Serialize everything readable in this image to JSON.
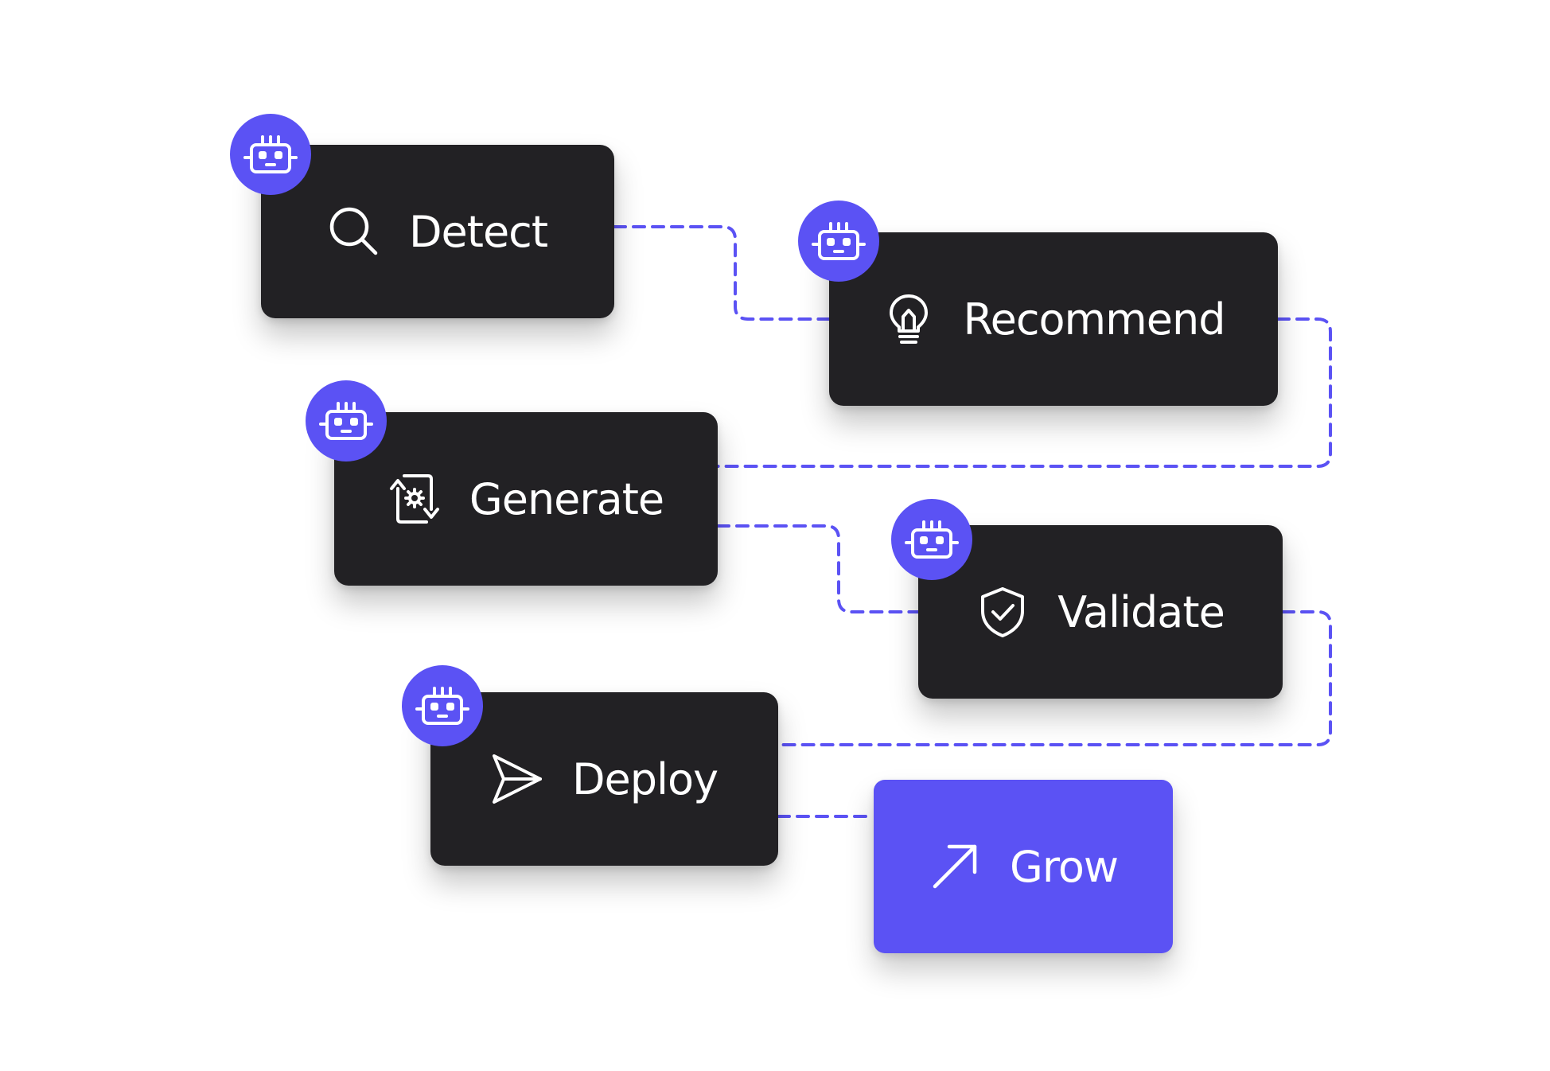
{
  "colors": {
    "card": "#222124",
    "accent": "#5b52f4",
    "text": "#ffffff",
    "connector": "#5b52f4"
  },
  "steps": [
    {
      "label": "Detect",
      "icon": "magnifier-icon",
      "agent": "robot-icon"
    },
    {
      "label": "Recommend",
      "icon": "lightbulb-icon",
      "agent": "robot-icon"
    },
    {
      "label": "Generate",
      "icon": "generate-cycle-icon",
      "agent": "robot-icon"
    },
    {
      "label": "Validate",
      "icon": "shield-check-icon",
      "agent": "robot-icon"
    },
    {
      "label": "Deploy",
      "icon": "paper-plane-icon",
      "agent": "robot-icon"
    },
    {
      "label": "Grow",
      "icon": "arrow-up-right-icon"
    }
  ]
}
